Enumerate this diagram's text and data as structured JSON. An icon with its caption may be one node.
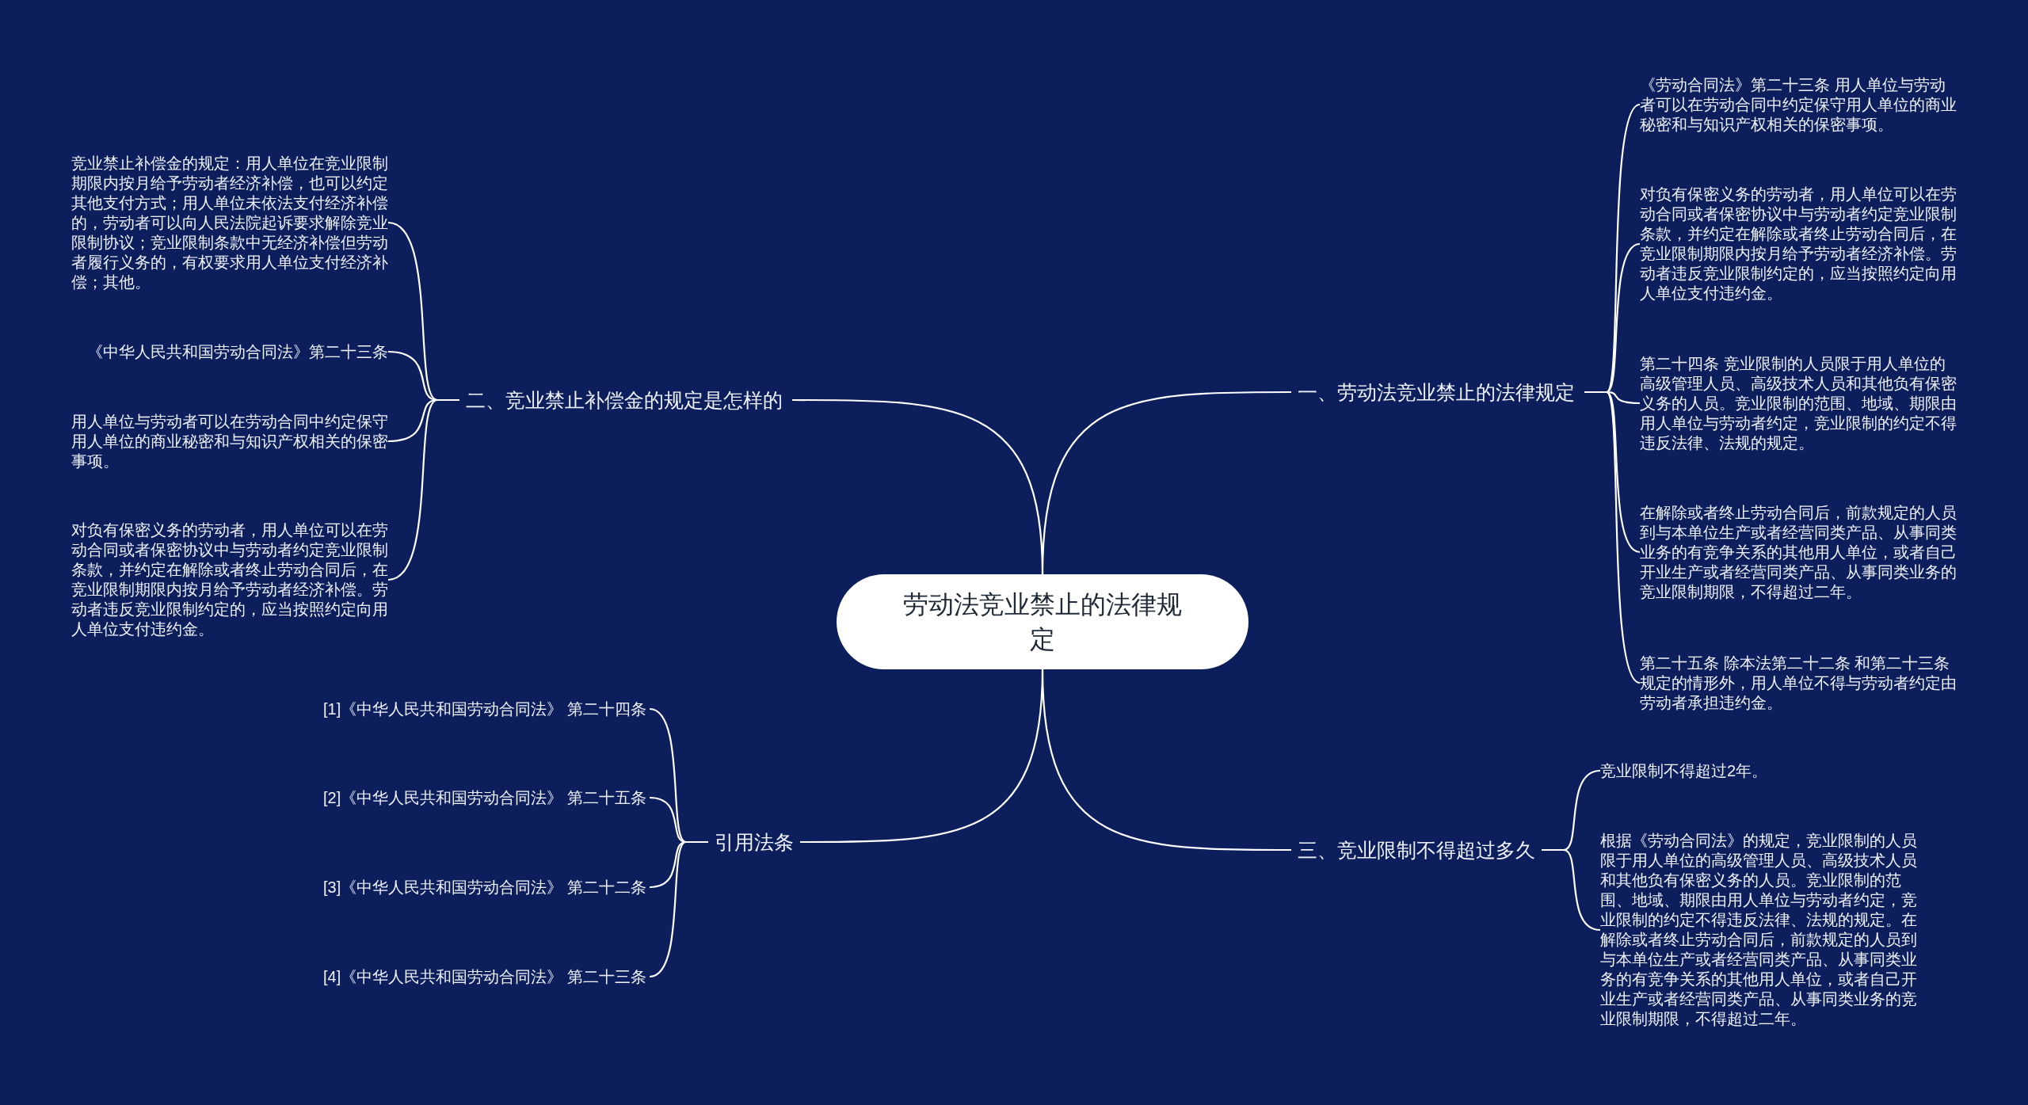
{
  "diagram": {
    "nodes": [
      {
        "text": [
          "劳动法竞业禁止的法律规定"
        ]
      },
      {
        "text": [
          "二、竞业禁止补偿金的规定是怎样的"
        ]
      },
      {
        "text": [
          "竞业禁止补偿金的规定：用人单位在竞业限制期限内按月给予劳动者经济补偿，也可以约定其他支付方式；用人单位未依法支付经济补偿的，劳动者可以向人民法院起诉要求解除竞业限制协议；竞业限制条款中无经济补偿但劳动者履行义务的，有权要求用人单位支付经济补偿；其他。"
        ]
      },
      {
        "text": [
          "《中华人民共和国劳动合同法》第二十三条"
        ]
      },
      {
        "text": [
          "用人单位与劳动者可以在劳动合同中约定保守用人单位的商业秘密和与知识产权相关的保密事项。"
        ]
      },
      {
        "text": [
          "对负有保密义务的劳动者，用人单位可以在劳动合同或者保密协议中与劳动者约定竞业限制条款，并约定在解除或者终止劳动合同后，在竞业限制期限内按月给予劳动者经济补偿。劳动者违反竞业限制约定的，应当按照约定向用人单位支付违约金。"
        ]
      },
      {
        "text": [
          "一、劳动法竞业禁止的法律规定"
        ]
      },
      {
        "text": [
          "《劳动合同法》第二十三条 用人单位与劳动者可以在劳动合同中约定保守用人单位的商业秘密和与知识产权相关的保密事项。"
        ]
      },
      {
        "text": [
          "对负有保密义务的劳动者，用人单位可以在劳动合同或者保密协议中与劳动者约定竞业限制条款，并约定在解除或者终止劳动合同后，在竞业限制期限内按月给予劳动者经济补偿。劳动者违反竞业限制约定的，应当按照约定向用人单位支付违约金。"
        ]
      },
      {
        "text": [
          "第二十四条 竞业限制的人员限于用人单位的高级管理人员、高级技术人员和其他负有保密义务的人员。竞业限制的范围、地域、期限由用人单位与劳动者约定，竞业限制的约定不得违反法律、法规的规定。"
        ]
      },
      {
        "text": [
          "在解除或者终止劳动合同后，前款规定的人员到与本单位生产或者经营同类产品、从事同类业务的有竞争关系的其他用人单位，或者自己开业生产或者经营同类产品、从事同类业务的竞业限制期限，不得超过二年。"
        ]
      },
      {
        "text": [
          "第二十五条 除本法第二十二条 和第二十三条规定的情形外，用人单位不得与劳动者约定由劳动者承担违约金。"
        ]
      },
      {
        "text": [
          "引用法条"
        ]
      },
      {
        "text": [
          "[1]《中华人民共和国劳动合同法》 第二十四条"
        ]
      },
      {
        "text": [
          "[2]《中华人民共和国劳动合同法》 第二十五条"
        ]
      },
      {
        "text": [
          "[3]《中华人民共和国劳动合同法》 第二十二条"
        ]
      },
      {
        "text": [
          "[4]《中华人民共和国劳动合同法》 第二十三条"
        ]
      },
      {
        "text": [
          "三、竞业限制不得超过多久"
        ]
      },
      {
        "text": [
          "竞业限制不得超过2年。"
        ]
      },
      {
        "text": [
          "根据《劳动合同法》的规定，竞业限制的人员限于用人单位的高级管理人员、高级技术人员和其他负有保密义务的人员。竞业限制的范围、地域、期限由用人单位与劳动者约定，竞业限制的约定不得违反法律、法规的规定。在解除或者终止劳动合同后，前款规定的人员到与本单位生产或者经营同类产品、从事同类业务的有竞争关系的其他用人单位，或者自己开业生产或者经营同类产品、从事同类业务的竞业限制期限，不得超过二年。"
        ]
      }
    ],
    "edges": [
      {
        "from": 0,
        "to": 1,
        "arrow": "none"
      },
      {
        "from": 1,
        "to": 2,
        "arrow": "none"
      },
      {
        "from": 1,
        "to": 3,
        "arrow": "none"
      },
      {
        "from": 1,
        "to": 4,
        "arrow": "none"
      },
      {
        "from": 1,
        "to": 5,
        "arrow": "none"
      },
      {
        "from": 0,
        "to": 6,
        "arrow": "none"
      },
      {
        "from": 6,
        "to": 7,
        "arrow": "none"
      },
      {
        "from": 6,
        "to": 8,
        "arrow": "none"
      },
      {
        "from": 6,
        "to": 9,
        "arrow": "none"
      },
      {
        "from": 6,
        "to": 10,
        "arrow": "none"
      },
      {
        "from": 6,
        "to": 11,
        "arrow": "none"
      },
      {
        "from": 0,
        "to": 12,
        "arrow": "none"
      },
      {
        "from": 12,
        "to": 13,
        "arrow": "none"
      },
      {
        "from": 12,
        "to": 14,
        "arrow": "none"
      },
      {
        "from": 12,
        "to": 15,
        "arrow": "none"
      },
      {
        "from": 12,
        "to": 16,
        "arrow": "none"
      },
      {
        "from": 0,
        "to": 17,
        "arrow": "none"
      },
      {
        "from": 17,
        "to": 18,
        "arrow": "none"
      },
      {
        "from": 17,
        "to": 19,
        "arrow": "none"
      }
    ]
  }
}
